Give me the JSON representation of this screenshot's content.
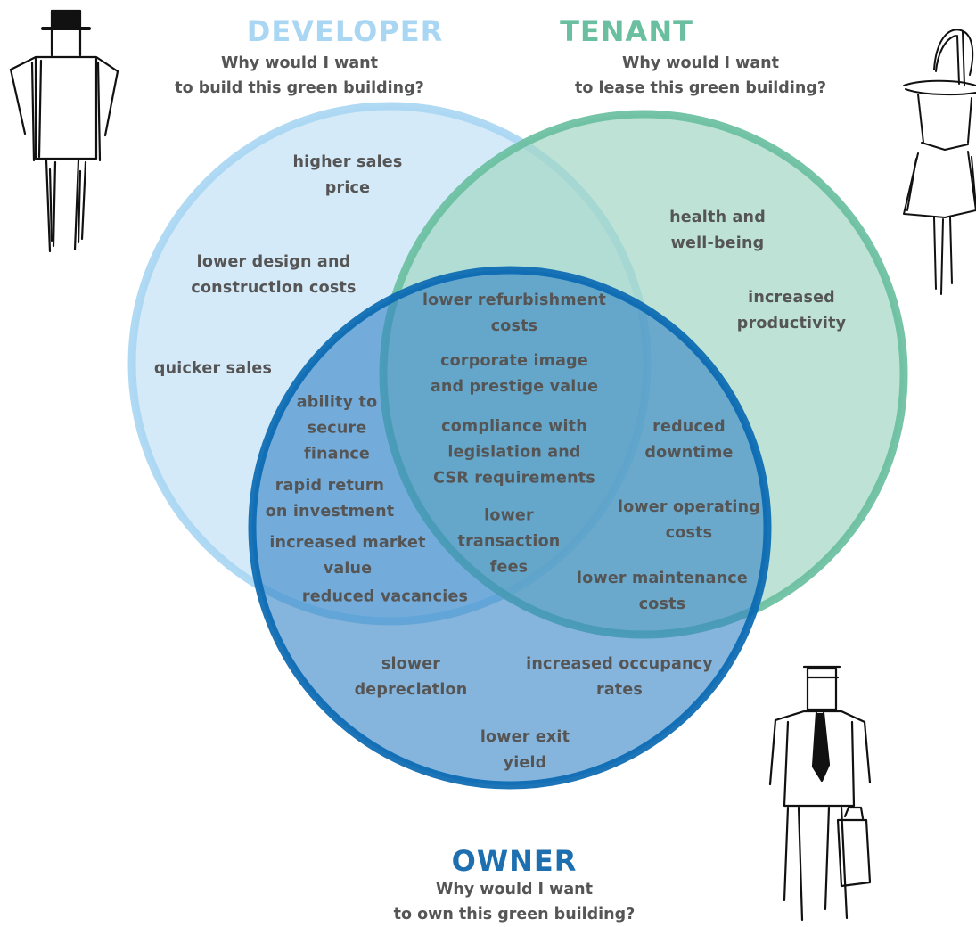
{
  "colors": {
    "developer_fill": "#d3e9f8",
    "developer_stroke": "#a9d6f3",
    "tenant_fill": "#a3d7c4",
    "tenant_stroke": "#6abfa1",
    "owner_fill": "#2c7fc4",
    "owner_stroke": "#0a69b2",
    "text": "#555555",
    "developer_title": "#a9d6f3",
    "tenant_title": "#6abfa1",
    "owner_title": "#1d6fb0"
  },
  "developer": {
    "title": "DEVELOPER",
    "question": "Why would I want\nto build this green building?",
    "items": [
      "higher sales\nprice",
      "lower design and\nconstruction costs",
      "quicker sales"
    ]
  },
  "tenant": {
    "title": "TENANT",
    "question": "Why would I want\nto lease this green building?",
    "items": [
      "health and\nwell-being",
      "increased\nproductivity"
    ]
  },
  "owner": {
    "title": "OWNER",
    "question": "Why would I want\nto own this green building?",
    "items": [
      "slower\ndepreciation",
      "increased occupancy\nrates",
      "lower exit\nyield"
    ]
  },
  "developer_owner": {
    "items": [
      "ability to\nsecure\nfinance",
      "rapid return\non investment",
      "increased market\nvalue",
      "reduced vacancies"
    ]
  },
  "tenant_owner": {
    "items": [
      "reduced\ndowntime",
      "lower operating\ncosts",
      "lower maintenance\ncosts"
    ]
  },
  "all_three": {
    "items": [
      "lower refurbishment\ncosts",
      "corporate image\nand prestige value",
      "compliance with\nlegislation and\nCSR requirements",
      "lower\ntransaction\nfees"
    ]
  },
  "icons": [
    "man-in-hat-sketch-icon",
    "woman-sketch-icon",
    "businessman-sketch-icon"
  ]
}
